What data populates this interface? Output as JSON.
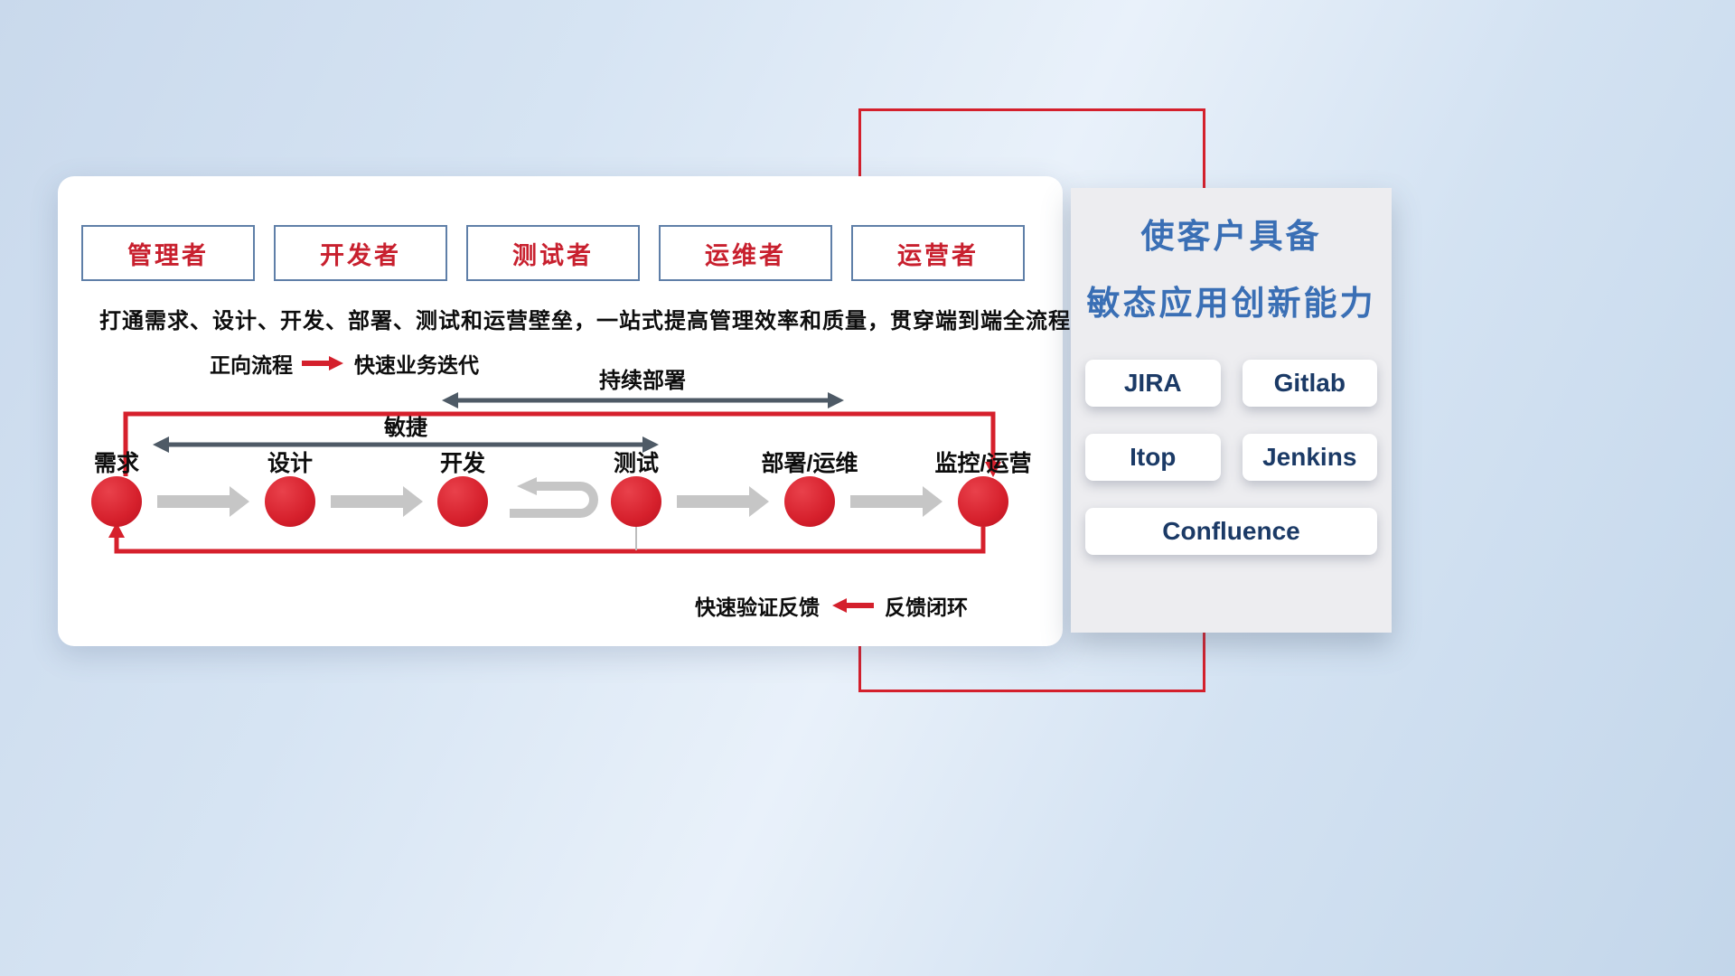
{
  "roles": [
    "管理者",
    "开发者",
    "测试者",
    "运维者",
    "运营者"
  ],
  "subtitle": "打通需求、设计、开发、部署、测试和运营壁垒，一站式提高管理效率和质量，贯穿端到端全流程",
  "legend": {
    "forward_label": "正向流程",
    "forward_desc": "快速业务迭代",
    "feedback_label": "快速验证反馈",
    "feedback_desc": "反馈闭环"
  },
  "flow": {
    "stages": [
      "需求",
      "设计",
      "开发",
      "测试",
      "部署/运维",
      "监控/运营"
    ],
    "span_agile": "敏捷",
    "span_cd": "持续部署"
  },
  "right_panel": {
    "title_line1": "使客户具备",
    "title_line2": "敏态应用创新能力",
    "tools": [
      "JIRA",
      "Gitlab",
      "Itop",
      "Jenkins",
      "Confluence"
    ]
  },
  "colors": {
    "accent_red": "#d4202c",
    "title_blue": "#3a6fb5",
    "tool_text": "#1b3a66",
    "arrow_dark": "#4e5a66",
    "arrow_gray": "#c6c6c6"
  }
}
